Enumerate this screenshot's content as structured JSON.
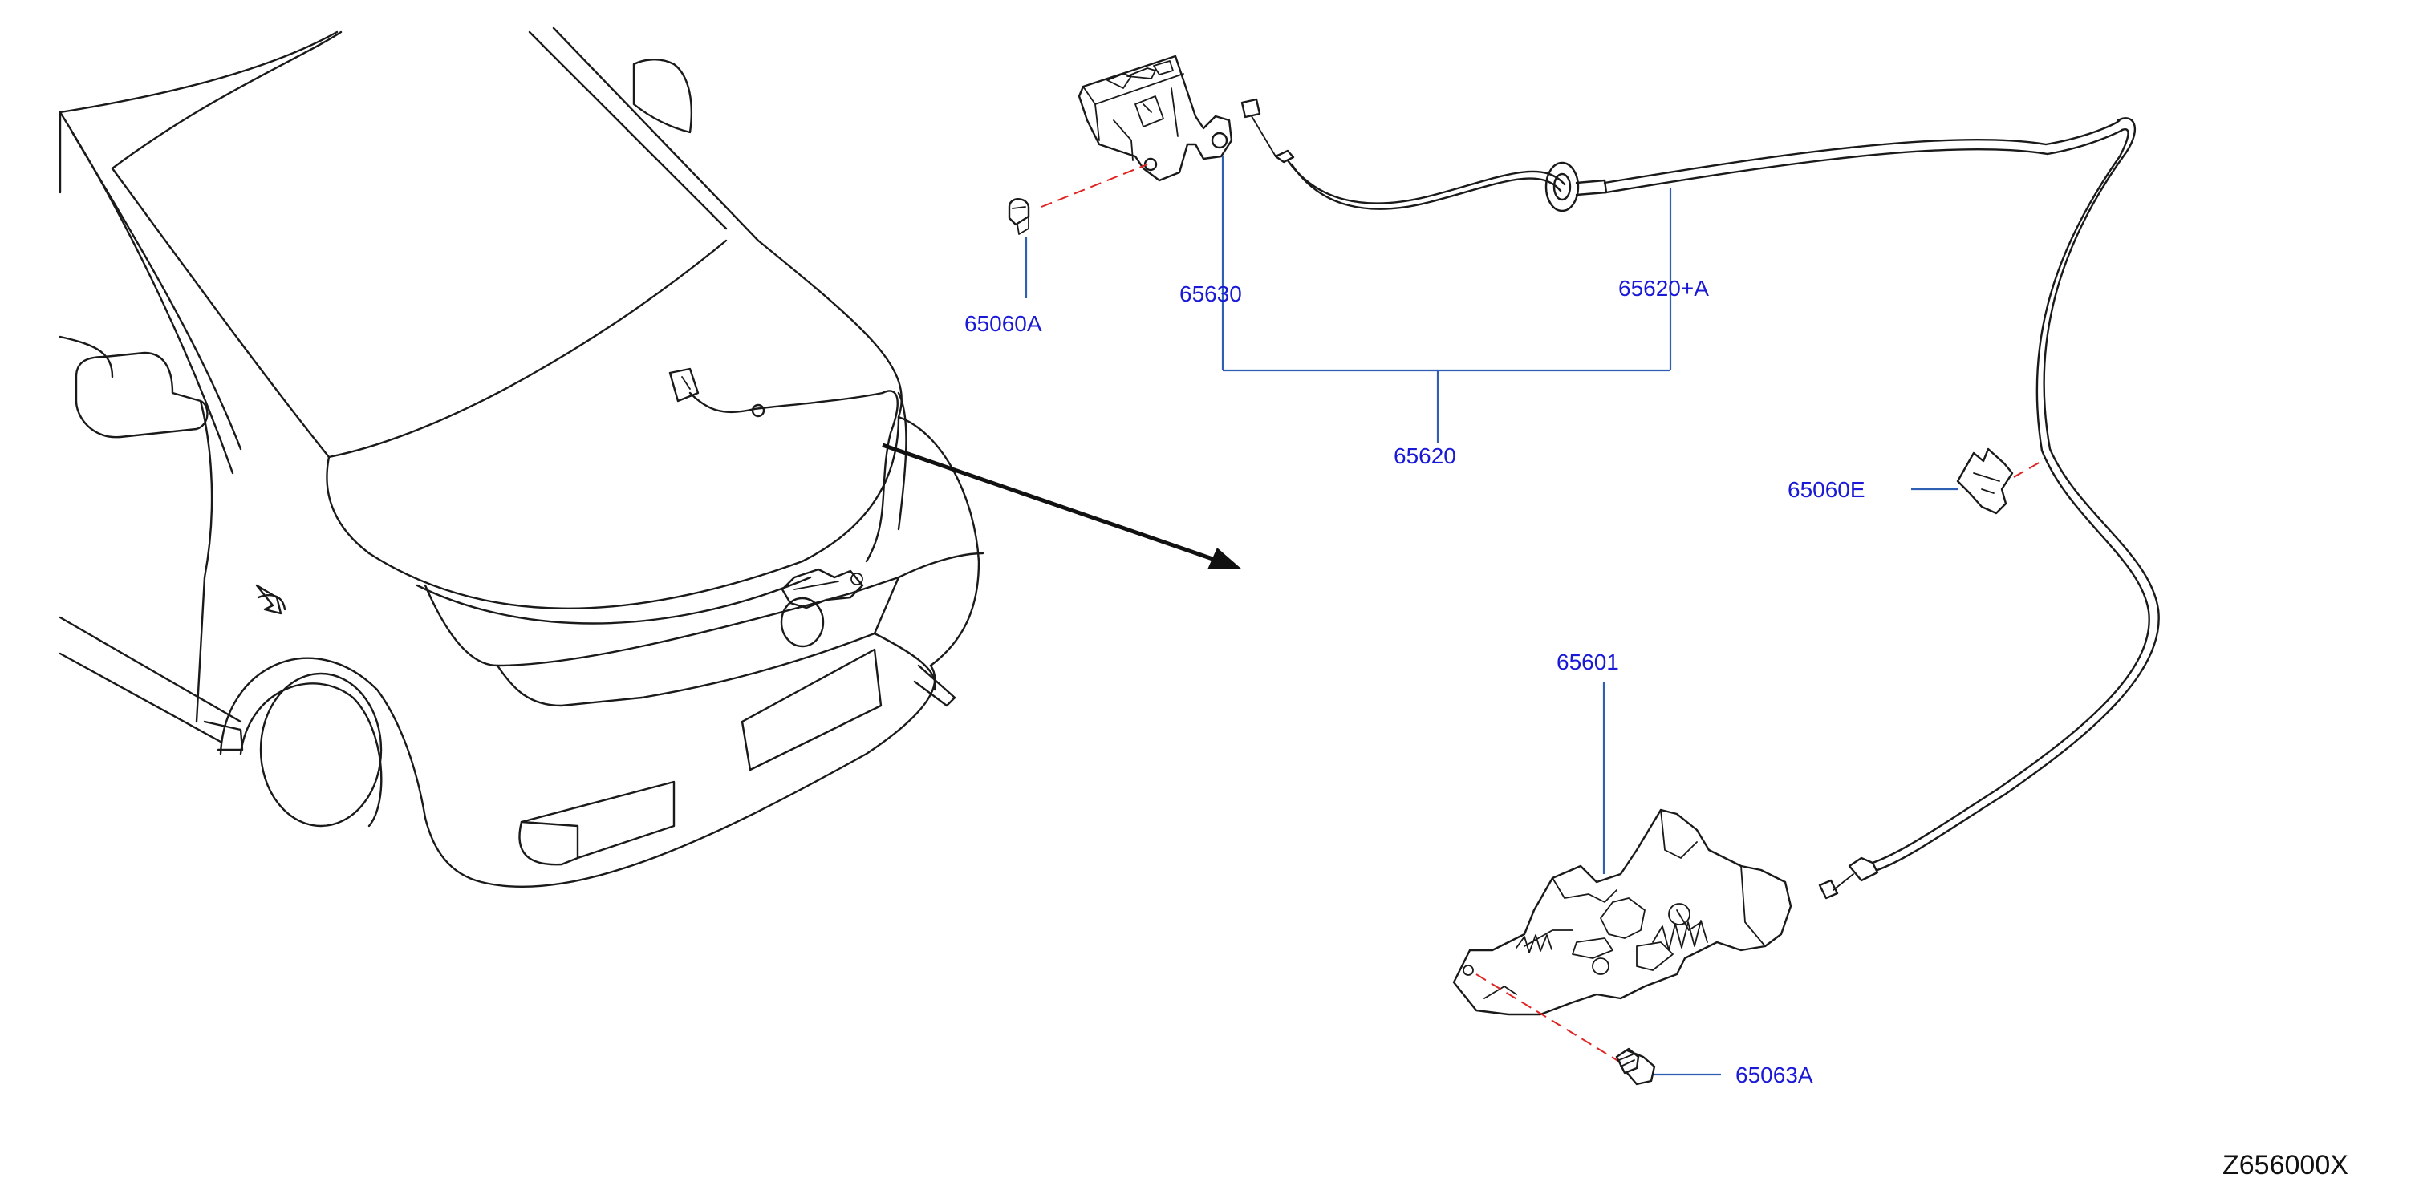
{
  "diagram": {
    "reference_code": "Z656000X",
    "colors": {
      "outline": "#1a1a1a",
      "leader": "#2f5fb3",
      "part_number": "#1a1ad6",
      "fastener_axis": "#e02424"
    },
    "part_labels": {
      "p65060A": "65060A",
      "p65630": "65630",
      "p65620A": "65620+A",
      "p65620": "65620",
      "p65060E": "65060E",
      "p65601": "65601",
      "p65063A": "65063A"
    }
  }
}
